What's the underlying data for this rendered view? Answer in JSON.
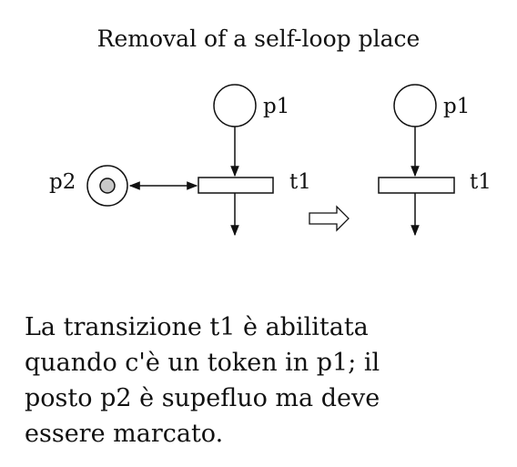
{
  "title": "Removal of a self-loop place",
  "left_net": {
    "place_top_label": "p1",
    "place_side_label": "p2",
    "transition_label": "t1"
  },
  "right_net": {
    "place_top_label": "p1",
    "transition_label": "t1"
  },
  "colors": {
    "stroke": "#111111",
    "token_fill": "#c8c8c8",
    "background": "#ffffff"
  },
  "caption": {
    "lines": [
      "La transizione t1 è abilitata",
      "quando c'è un token in p1; il",
      "posto p2 è supefluo ma deve",
      "essere marcato."
    ]
  }
}
